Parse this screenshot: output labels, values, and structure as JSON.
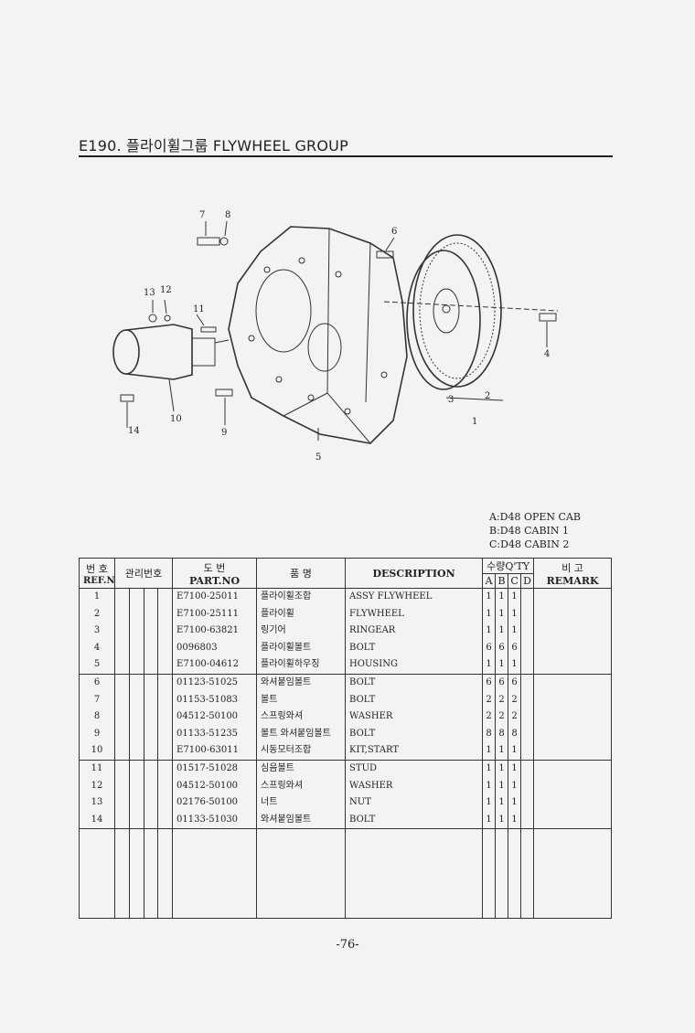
{
  "title": "E190. 플라이휠그룹 FLYWHEEL GROUP",
  "cab_legend": [
    "A:D48 OPEN CAB",
    "B:D48 CABIN 1",
    "C:D48 CABIN 2"
  ],
  "callouts": [
    "7",
    "8",
    "6",
    "13",
    "12",
    "11",
    "4",
    "3",
    "2",
    "1",
    "10",
    "14",
    "9",
    "5"
  ],
  "table": {
    "headers": {
      "ref_no_ko": "번 호",
      "ref_no_en": "REF.NO",
      "mgmt_no": "관리번호",
      "part_no_ko": "도 번",
      "part_no_en": "PART.NO",
      "name_ko": "품 명",
      "description": "DESCRIPTION",
      "qty_ko": "수량Q'TY",
      "qty_a": "A",
      "qty_b": "B",
      "qty_c": "C",
      "qty_d": "D",
      "remark_ko": "비 고",
      "remark_en": "REMARK"
    },
    "rows": [
      {
        "ref": "1",
        "part": "E7100-25011",
        "name_ko": "플라이휠조합",
        "desc": "ASSY FLYWHEEL",
        "a": "1",
        "b": "1",
        "c": "1",
        "d": "",
        "remark": ""
      },
      {
        "ref": "2",
        "part": "E7100-25111",
        "name_ko": "플라이휠",
        "desc": "FLYWHEEL",
        "a": "1",
        "b": "1",
        "c": "1",
        "d": "",
        "remark": ""
      },
      {
        "ref": "3",
        "part": "E7100-63821",
        "name_ko": "링기어",
        "desc": "RINGEAR",
        "a": "1",
        "b": "1",
        "c": "1",
        "d": "",
        "remark": ""
      },
      {
        "ref": "4",
        "part": "0096803",
        "name_ko": "플라이휠볼트",
        "desc": "BOLT",
        "a": "6",
        "b": "6",
        "c": "6",
        "d": "",
        "remark": ""
      },
      {
        "ref": "5",
        "part": "E7100-04612",
        "name_ko": "플라이휠하우징",
        "desc": "HOUSING",
        "a": "1",
        "b": "1",
        "c": "1",
        "d": "",
        "remark": ""
      },
      {
        "ref": "6",
        "part": "01123-51025",
        "name_ko": "와셔붙임볼트",
        "desc": "BOLT",
        "a": "6",
        "b": "6",
        "c": "6",
        "d": "",
        "remark": ""
      },
      {
        "ref": "7",
        "part": "01153-51083",
        "name_ko": "볼트",
        "desc": "BOLT",
        "a": "2",
        "b": "2",
        "c": "2",
        "d": "",
        "remark": ""
      },
      {
        "ref": "8",
        "part": "04512-50100",
        "name_ko": "스프링와셔",
        "desc": "WASHER",
        "a": "2",
        "b": "2",
        "c": "2",
        "d": "",
        "remark": ""
      },
      {
        "ref": "9",
        "part": "01133-51235",
        "name_ko": "볼트 와셔붙임볼트",
        "desc": "BOLT",
        "a": "8",
        "b": "8",
        "c": "8",
        "d": "",
        "remark": ""
      },
      {
        "ref": "10",
        "part": "E7100-63011",
        "name_ko": "시동모터조합",
        "desc": "KIT,START",
        "a": "1",
        "b": "1",
        "c": "1",
        "d": "",
        "remark": ""
      },
      {
        "ref": "11",
        "part": "01517-51028",
        "name_ko": "심음볼트",
        "desc": "STUD",
        "a": "1",
        "b": "1",
        "c": "1",
        "d": "",
        "remark": ""
      },
      {
        "ref": "12",
        "part": "04512-50100",
        "name_ko": "스프링와셔",
        "desc": "WASHER",
        "a": "1",
        "b": "1",
        "c": "1",
        "d": "",
        "remark": ""
      },
      {
        "ref": "13",
        "part": "02176-50100",
        "name_ko": "너트",
        "desc": "NUT",
        "a": "1",
        "b": "1",
        "c": "1",
        "d": "",
        "remark": ""
      },
      {
        "ref": "14",
        "part": "01133-51030",
        "name_ko": "와셔붙임볼트",
        "desc": "BOLT",
        "a": "1",
        "b": "1",
        "c": "1",
        "d": "",
        "remark": ""
      }
    ]
  },
  "page_number": "-76-"
}
